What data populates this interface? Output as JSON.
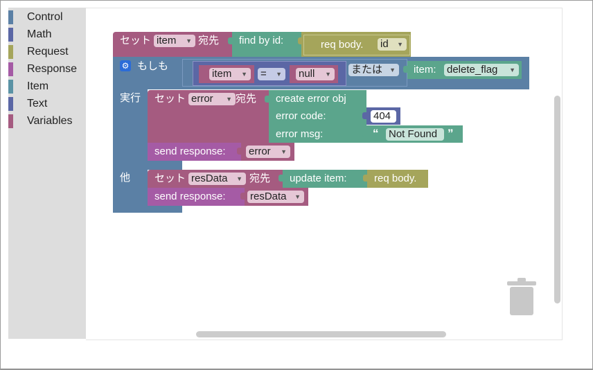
{
  "toolbox": {
    "categories": [
      {
        "label": "Control",
        "color": "#5b80a5"
      },
      {
        "label": "Math",
        "color": "#5b67a5"
      },
      {
        "label": "Request",
        "color": "#a5a55b"
      },
      {
        "label": "Response",
        "color": "#a55ba5"
      },
      {
        "label": "Item",
        "color": "#5b93a5"
      },
      {
        "label": "Text",
        "color": "#5b67a5"
      },
      {
        "label": "Variables",
        "color": "#a55b80"
      }
    ]
  },
  "colors": {
    "variables": "#a55b80",
    "control": "#5b80a5",
    "item": "#5ba58c",
    "request": "#a5a55b",
    "response": "#a55ba5",
    "math": "#5b67a5",
    "text": "#5ba58c"
  },
  "blocks": {
    "set_item": {
      "set_label": "セット",
      "var": "item",
      "to_label": "宛先"
    },
    "find_by_id": {
      "label": "find by id:"
    },
    "req_body_id": {
      "label": "req body.",
      "field": "id"
    },
    "if": {
      "if_label": "もしも",
      "do_label": "実行",
      "else_label": "他"
    },
    "compare": {
      "left": "item",
      "op": "=",
      "right": "null"
    },
    "or": {
      "label": "または"
    },
    "item_prop": {
      "label": "item:",
      "prop": "delete_flag"
    },
    "set_error": {
      "set_label": "セット",
      "var": "error",
      "to_label": "宛先"
    },
    "create_error": {
      "title": "create error obj",
      "code_label": "error code:",
      "msg_label": "error msg:"
    },
    "error_code": "404",
    "error_msg": {
      "open_quote": "“",
      "text": "Not Found",
      "close_quote": "”"
    },
    "send_error": {
      "label": "send response:",
      "var": "error"
    },
    "set_resdata": {
      "set_label": "セット",
      "var": "resData",
      "to_label": "宛先"
    },
    "update_item": {
      "label": "update item:"
    },
    "req_body2": {
      "label": "req body."
    },
    "send_resdata": {
      "label": "send response:",
      "var": "resData"
    }
  },
  "icons": {
    "gear": "gear-icon",
    "trash": "trash-icon",
    "dropdown": "▼"
  }
}
